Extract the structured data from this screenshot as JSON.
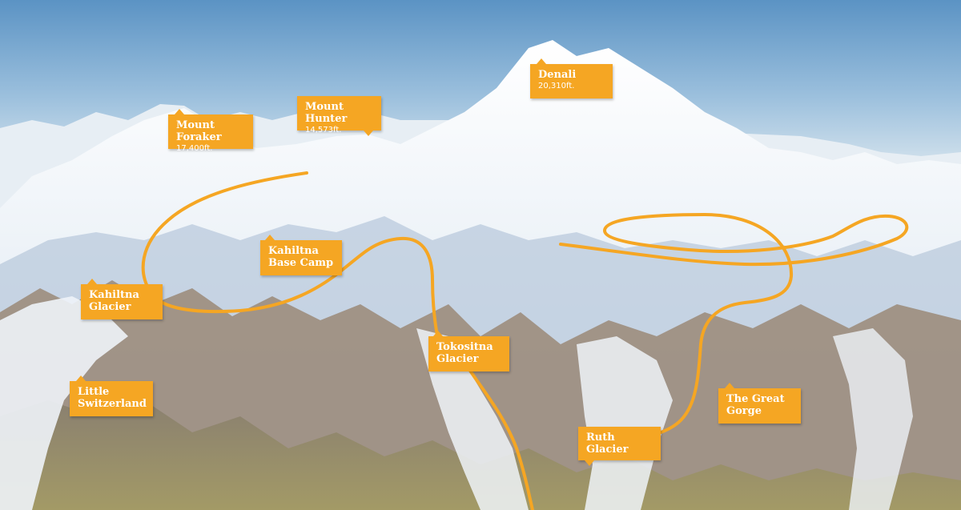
{
  "map": {
    "route_color": "#f5a623",
    "label_color": "#f5a623",
    "labels": [
      {
        "id": "denali",
        "name": "Denali",
        "elevation": "20,310ft."
      },
      {
        "id": "mount-foraker",
        "name": "Mount Foraker",
        "elevation": "17,400ft."
      },
      {
        "id": "mount-hunter",
        "name": "Mount Hunter",
        "elevation": "14,573ft."
      },
      {
        "id": "kahiltna-base-camp",
        "name": "Kahiltna Base Camp"
      },
      {
        "id": "kahiltna-glacier",
        "name": "Kahiltna Glacier"
      },
      {
        "id": "tokositna-glacier",
        "name": "Tokositna Glacier"
      },
      {
        "id": "little-switzerland",
        "name": "Little Switzerland"
      },
      {
        "id": "the-great-gorge",
        "name": "The Great Gorge"
      },
      {
        "id": "ruth-glacier",
        "name": "Ruth Glacier"
      }
    ]
  }
}
